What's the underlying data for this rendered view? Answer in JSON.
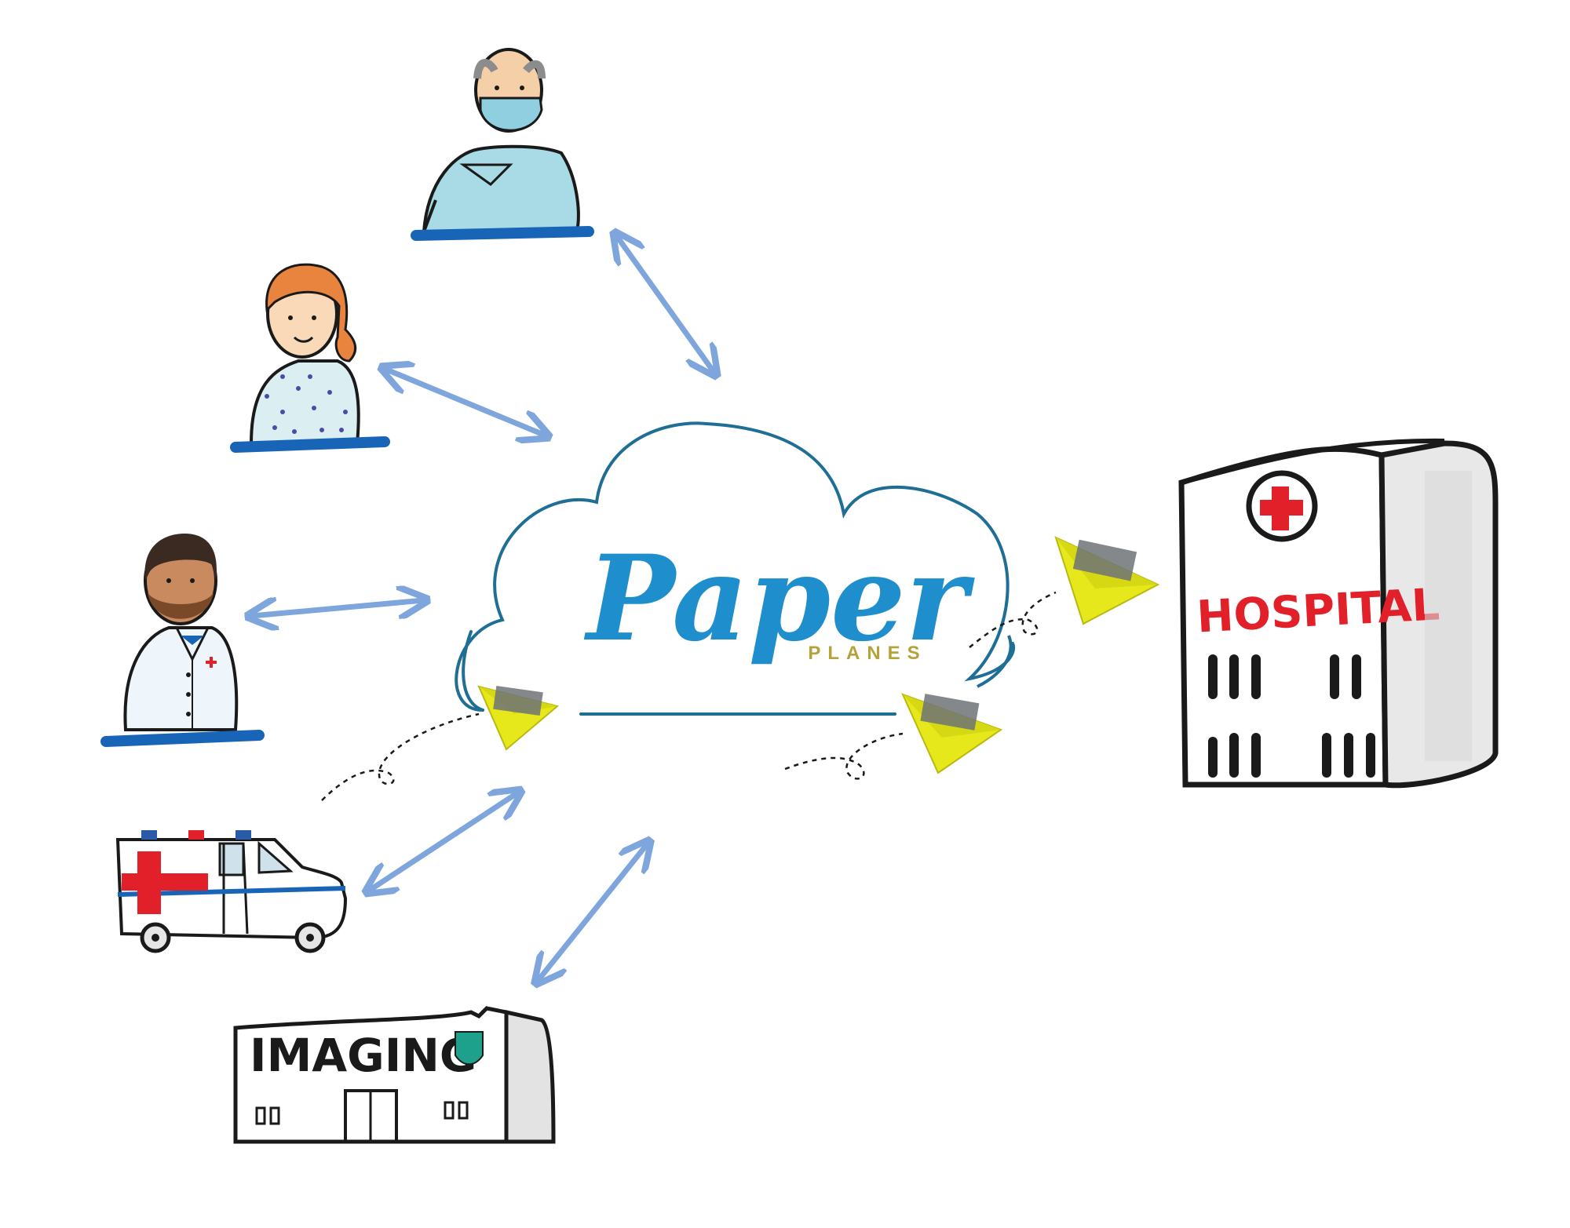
{
  "brand": {
    "name": "Paper",
    "tagline": "PLANES",
    "name_color": "#1e8fcc",
    "tagline_color": "#b5a33a",
    "cloud_stroke": "#1f6e96"
  },
  "buildings": {
    "hospital_label": "HOSPITAL",
    "imaging_label": "IMAGING"
  },
  "colors": {
    "connector": "#7ea6dc",
    "plane": "#e6e81c",
    "cross": "#e2202a",
    "desk": "#1865b8",
    "outline": "#1a1a1a",
    "shield": "#1da08c"
  },
  "icons": {
    "patient_masked": "masked-patient-icon",
    "patient_woman": "woman-patient-icon",
    "doctor": "doctor-icon",
    "ambulance": "ambulance-icon",
    "imaging": "imaging-center-icon",
    "hospital": "hospital-icon",
    "plane": "paper-plane-icon"
  }
}
